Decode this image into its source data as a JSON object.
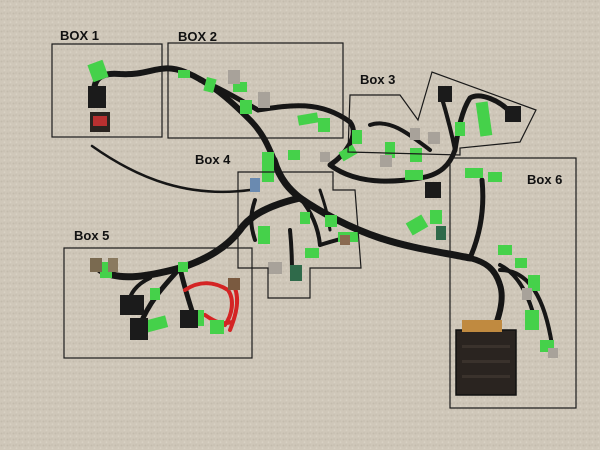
{
  "photo": {
    "carpet_color": "#cfc7b9",
    "wire_color": "#161616",
    "tape_color": "#45d14a",
    "connector_color": "#1b1b1b",
    "red_wire_color": "#d42424",
    "outline_color": "#1a1a1a",
    "ecu_color": "#2a2420"
  },
  "labels": {
    "box1": "BOX 1",
    "box2": "BOX 2",
    "box3": "Box 3",
    "box4": "Box 4",
    "box5": "Box 5",
    "box6": "Box 6"
  }
}
